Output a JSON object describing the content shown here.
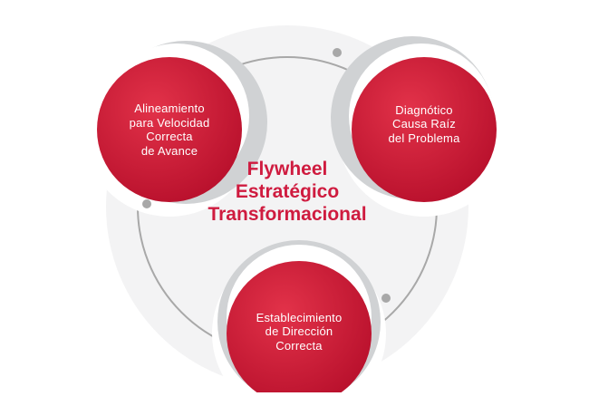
{
  "diagram": {
    "title": "Flywheel\nEstratégico\nTransformacional",
    "nodes": [
      {
        "id": "alineamiento",
        "label": "Alineamiento\npara Velocidad\nCorrecta\nde Avance"
      },
      {
        "id": "diagnostico",
        "label": "Diagnótico\nCausa Raíz\ndel Problema"
      },
      {
        "id": "establecimiento",
        "label": "Establecimiento\nde Dirección\nCorrecta"
      }
    ],
    "colors": {
      "accent": "#cf1b3f",
      "node_fill_dark": "#b8102c",
      "node_fill_light": "#e23249",
      "shadow_arc": "#d0d2d4",
      "background_disc": "#f3f3f4",
      "connector": "#a8a8a8"
    }
  }
}
